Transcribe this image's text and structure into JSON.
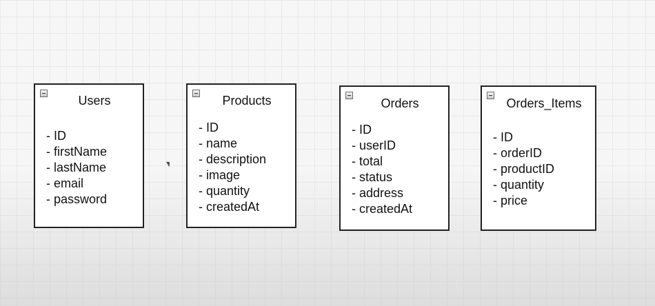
{
  "diagram": {
    "entities": [
      {
        "title": "Users",
        "fields": [
          "ID",
          "firstName",
          "lastName",
          "email",
          "password"
        ]
      },
      {
        "title": "Products",
        "fields": [
          "ID",
          "name",
          "description",
          "image",
          "quantity",
          "createdAt"
        ]
      },
      {
        "title": "Orders",
        "fields": [
          "ID",
          "userID",
          "total",
          "status",
          "address",
          "createdAt"
        ]
      },
      {
        "title": "Orders_Items",
        "fields": [
          "ID",
          "orderID",
          "productID",
          "quantity",
          "price"
        ]
      }
    ]
  }
}
